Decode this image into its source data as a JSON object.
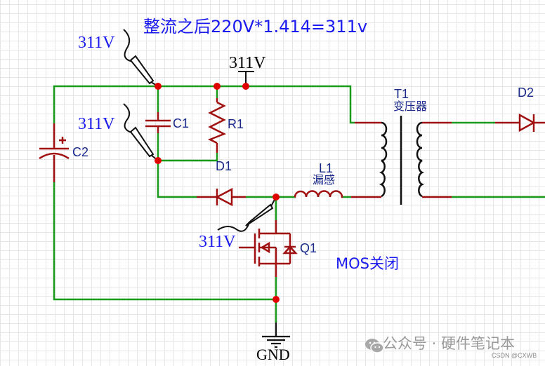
{
  "diagram": {
    "title": "整流之后220V*1.414=311v",
    "probes": {
      "top_probe_label": "311V",
      "mid_probe_label": "311V",
      "mos_probe_label": "311V",
      "rail_label": "311V"
    },
    "components": {
      "c1": "C1",
      "c2": "C2",
      "r1": "R1",
      "d1": "D1",
      "d2": "D2",
      "l1": "L1",
      "l1_desc": "漏感",
      "t1": "T1",
      "t1_desc": "变压器",
      "q1": "Q1"
    },
    "ground_label": "GND",
    "state_note": "MOS关闭",
    "colors": {
      "wire": "#1a9a1a",
      "component": "#a01010",
      "junction": "#e00000",
      "probe": "#000000",
      "annotation": "#1a1aee",
      "refdes": "#1a2a8a"
    }
  },
  "watermark": {
    "icon": "wechat-icon",
    "text": "公众号 · 硬件笔记本",
    "sub": "CSDN @CXWB"
  }
}
